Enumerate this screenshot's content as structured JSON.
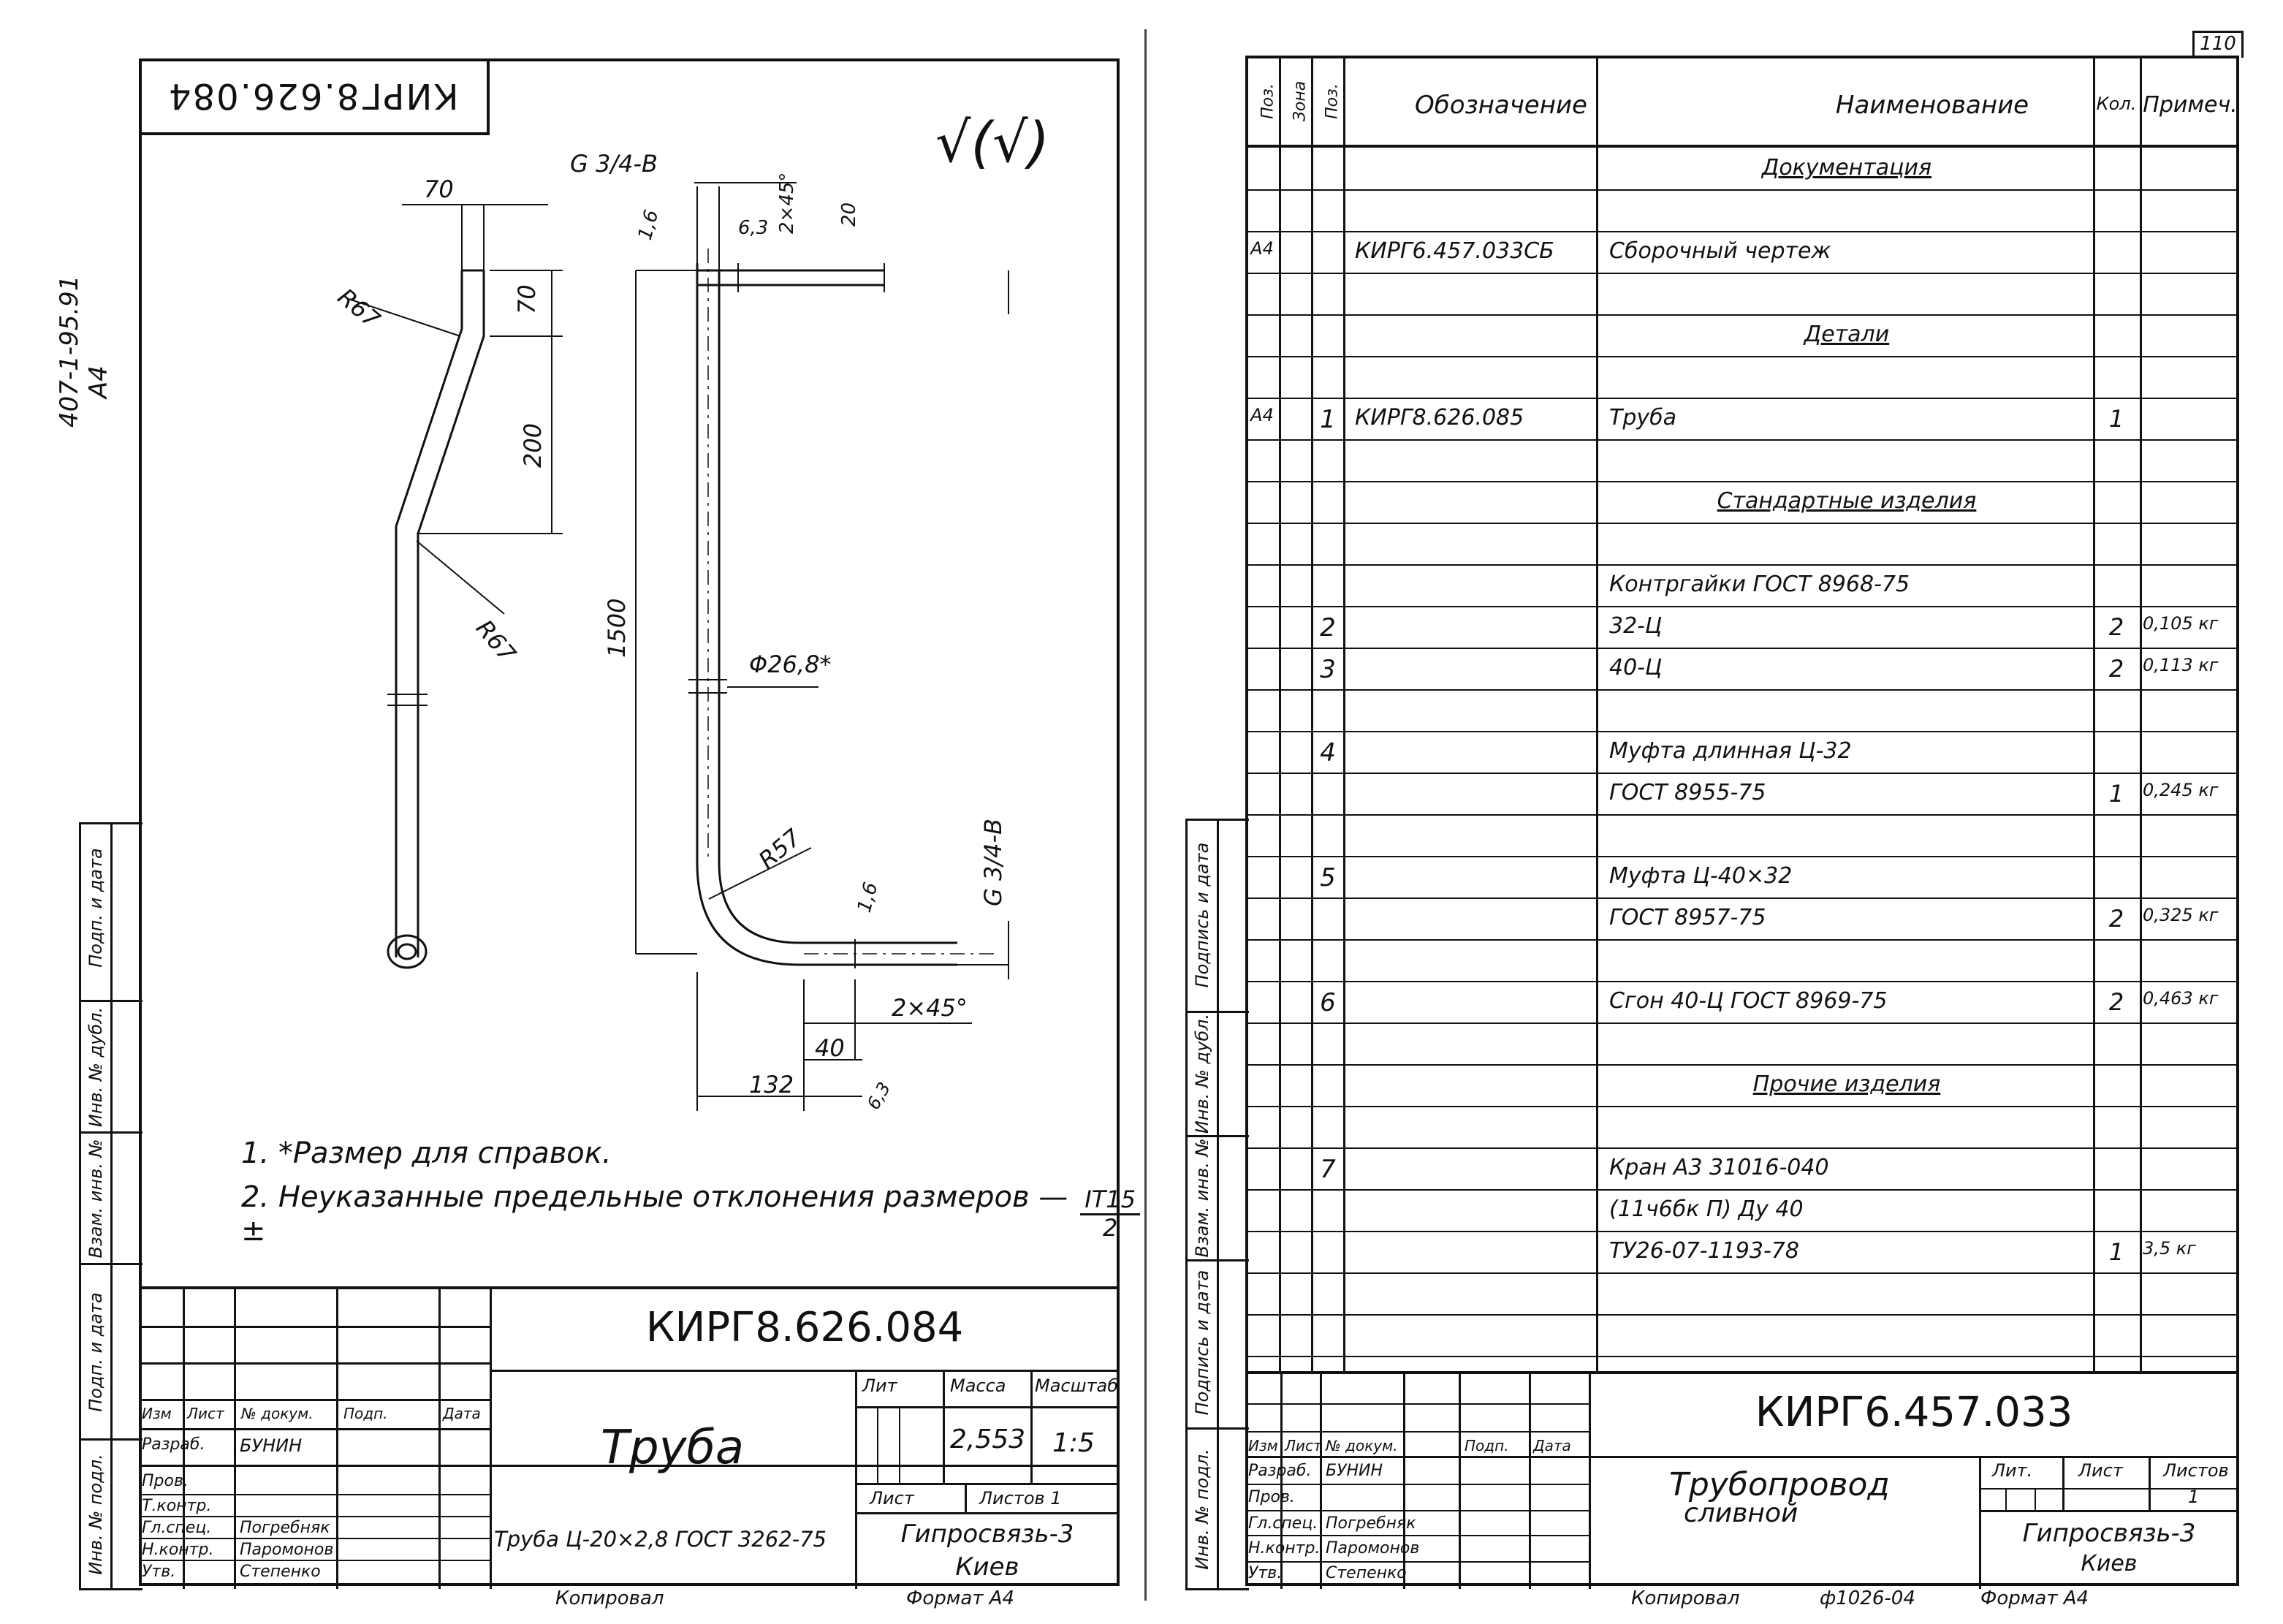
{
  "page_number": "110",
  "left_sheet": {
    "rotated_stamp": "КИРГ8.626.084",
    "side_ref": "407-1-95.91",
    "side_format": "А4",
    "roughness": "√(√)",
    "dims": {
      "d70_top": "70",
      "d70_side": "70",
      "d200": "200",
      "r67_top": "R67",
      "r67_bottom": "R67",
      "thread_top": "G 3/4-B",
      "rough_16_top": "1,6",
      "rough_63": "6,3",
      "chamfer_top": "2×45°",
      "d20": "20",
      "d1500": "1500",
      "diam": "Φ26,8*",
      "r57": "R57",
      "thread_bottom": "G 3/4-B",
      "rough_16_bottom": "1,6",
      "chamfer_bottom": "2×45°",
      "d40": "40",
      "d132": "132",
      "rough_63_bottom": "6,3"
    },
    "notes": [
      "1. *Размер для справок.",
      "2. Неуказанные предельные отклонения размеров — ±"
    ],
    "tolerance_num": "IT15",
    "tolerance_den": "2",
    "side_columns": [
      "Подп. и дата",
      "Инв. № дубл.",
      "Взам. инв. №",
      "Подп. и дата",
      "Инв. № подл."
    ],
    "title_block": {
      "designation": "КИРГ8.626.084",
      "name": "Труба",
      "material": "Труба Ц-20×2,8 ГОСТ 3262-75",
      "col_headers": [
        "Изм",
        "Лист",
        "№ докум.",
        "Подп.",
        "Дата"
      ],
      "roles": [
        "Разраб.",
        "Пров.",
        "Т.контр.",
        "Гл.спец.",
        "Н.контр.",
        "Утв."
      ],
      "people": [
        "БУНИН",
        "",
        "",
        "Погребняк",
        "Паромонов",
        "Степенко"
      ],
      "lit_label": "Лит",
      "mass_label": "Масса",
      "scale_label": "Масштаб",
      "mass": "2,553",
      "scale": "1:5",
      "sheet_label": "Лист",
      "sheets_label": "Листов 1",
      "org": "Гипросвязь-3",
      "city": "Киев"
    },
    "copied": "Копировал",
    "format": "Формат А4"
  },
  "right_sheet": {
    "spec_headers": [
      "Поз.",
      "Зона",
      "Поз.",
      "Обозначение",
      "Наименование",
      "Кол.",
      "Примеч."
    ],
    "rows": [
      {
        "fmt": "",
        "zone": "",
        "pos": "",
        "des": "",
        "name": "Документация",
        "qty": "",
        "note": "",
        "section": true
      },
      {
        "fmt": "А4",
        "zone": "",
        "pos": "",
        "des": "КИРГ6.457.033СБ",
        "name": "Сборочный чертеж",
        "qty": "",
        "note": "",
        "section": false
      },
      {
        "fmt": "",
        "zone": "",
        "pos": "",
        "des": "",
        "name": "Детали",
        "qty": "",
        "note": "",
        "section": true
      },
      {
        "fmt": "А4",
        "zone": "",
        "pos": "1",
        "des": "КИРГ8.626.085",
        "name": "Труба",
        "qty": "1",
        "note": "",
        "section": false
      },
      {
        "fmt": "",
        "zone": "",
        "pos": "",
        "des": "",
        "name": "Стандартные изделия",
        "qty": "",
        "note": "",
        "section": true
      },
      {
        "fmt": "",
        "zone": "",
        "pos": "",
        "des": "",
        "name": "Контргайки ГОСТ 8968-75",
        "qty": "",
        "note": "",
        "section": false
      },
      {
        "fmt": "",
        "zone": "",
        "pos": "2",
        "des": "",
        "name": "32-Ц",
        "qty": "2",
        "note": "0,105 кг",
        "section": false
      },
      {
        "fmt": "",
        "zone": "",
        "pos": "3",
        "des": "",
        "name": "40-Ц",
        "qty": "2",
        "note": "0,113 кг",
        "section": false
      },
      {
        "fmt": "",
        "zone": "",
        "pos": "4",
        "des": "",
        "name": "Муфта длинная Ц-32",
        "qty": "",
        "note": "",
        "section": false
      },
      {
        "fmt": "",
        "zone": "",
        "pos": "",
        "des": "",
        "name": "ГОСТ 8955-75",
        "qty": "1",
        "note": "0,245 кг",
        "section": false
      },
      {
        "fmt": "",
        "zone": "",
        "pos": "5",
        "des": "",
        "name": "Муфта Ц-40×32",
        "qty": "",
        "note": "",
        "section": false
      },
      {
        "fmt": "",
        "zone": "",
        "pos": "",
        "des": "",
        "name": "ГОСТ 8957-75",
        "qty": "2",
        "note": "0,325 кг",
        "section": false
      },
      {
        "fmt": "",
        "zone": "",
        "pos": "6",
        "des": "",
        "name": "Сгон 40-Ц ГОСТ 8969-75",
        "qty": "2",
        "note": "0,463 кг",
        "section": false
      },
      {
        "fmt": "",
        "zone": "",
        "pos": "",
        "des": "",
        "name": "Прочие изделия",
        "qty": "",
        "note": "",
        "section": true
      },
      {
        "fmt": "",
        "zone": "",
        "pos": "7",
        "des": "",
        "name": "Кран А3 31016-040",
        "qty": "",
        "note": "",
        "section": false
      },
      {
        "fmt": "",
        "zone": "",
        "pos": "",
        "des": "",
        "name": "(11ч6бк П) Ду 40",
        "qty": "",
        "note": "",
        "section": false
      },
      {
        "fmt": "",
        "zone": "",
        "pos": "",
        "des": "",
        "name": "ТУ26-07-1193-78",
        "qty": "1",
        "note": "3,5 кг",
        "section": false
      }
    ],
    "side_columns": [
      "Инв. № подл.",
      "Подпись и дата",
      "Взам. инв. №",
      "Инв. № дубл.",
      "Подпись и дата"
    ],
    "title_block": {
      "designation": "КИРГ6.457.033",
      "name1": "Трубопровод",
      "name2": "сливной",
      "col_headers": [
        "Изм",
        "Лист",
        "№ докум.",
        "Подп.",
        "Дата"
      ],
      "roles": [
        "Разраб.",
        "Пров.",
        "Гл.спец.",
        "Н.контр.",
        "Утв."
      ],
      "people": [
        "БУНИН",
        "",
        "Погребняк",
        "Паромонов",
        "Степенко"
      ],
      "lit_label": "Лит.",
      "sheet_label": "Лист",
      "sheets_label": "Листов",
      "sheets_value": "1",
      "org": "Гипросвязь-3",
      "city": "Киев"
    },
    "copied": "Копировал",
    "order": "ф1026-04",
    "format": "Формат А4"
  }
}
